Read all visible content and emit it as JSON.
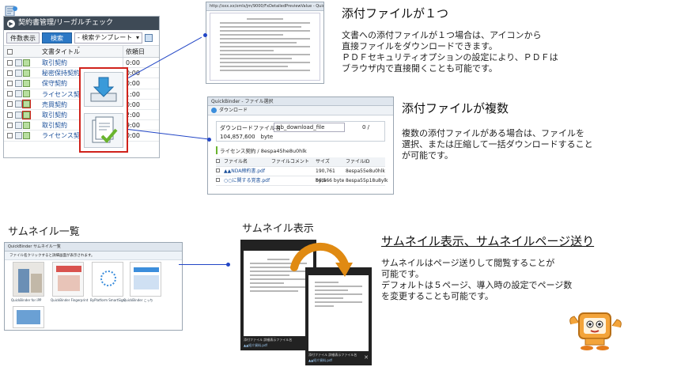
{
  "contract_panel": {
    "title": "契約書管理/リーガルチェック",
    "toolbar": {
      "count_button": "件数表示",
      "search_button": "検索",
      "template_select": "- 検索テンプレート -"
    },
    "columns": [
      "文書タイトル",
      "依頼日"
    ],
    "rows": [
      {
        "title": "取引契約",
        "date": "0:00"
      },
      {
        "title": "秘密保持契約",
        "date": "0:00"
      },
      {
        "title": "保守契約",
        "date": "0:00"
      },
      {
        "title": "ライセンス契約",
        "date": "1:00"
      },
      {
        "title": "売買契約",
        "date": "0:00"
      },
      {
        "title": "取引契約",
        "date": "2:00"
      },
      {
        "title": "取引契約",
        "date": "9:00"
      },
      {
        "title": "ライセンス契約",
        "date": "0:00"
      }
    ]
  },
  "single_attachment": {
    "heading": "添付ファイルが１つ",
    "lines": [
      "文書への添付ファイルが１つ場合は、アイコンから",
      "直接ファイルをダウンロードできます。",
      "ＰＤＦセキュリティオプションの設定により、ＰＤＦは",
      "ブラウザ内で直接開くことも可能です。"
    ]
  },
  "multi_attachment": {
    "heading": "添付ファイルが複数",
    "lines": [
      "複数の添付ファイルがある場合は、ファイルを",
      "選択、または圧縮して一括ダウンロードすること",
      "が可能です。"
    ]
  },
  "download_window": {
    "title": "QuickBinder - ファイル選択",
    "header": "ダウンロード",
    "file_name_label": "ダウンロードファイル名",
    "file_name_value": "qb_download_file",
    "size_text": "104,857,600　byte",
    "page_indicator": "0 /",
    "doc_title": "ライセンス契約 / 8espa45he8u0hlk",
    "columns": [
      "ファイル名",
      "ファイルコメント",
      "サイズ",
      "ファイルID"
    ],
    "files": [
      {
        "name": "▲▲NDA締約書.pdf",
        "size": "190,761 byte",
        "id": "8espa55e8u0hlk"
      },
      {
        "name": "○○に関する覚書.pdf",
        "size": "66,566 byte",
        "id": "8espa55p18u8ylk"
      }
    ]
  },
  "thumbnail_list": {
    "label": "サムネイル一覧",
    "window_title": "QuickBinder サムネイル一覧",
    "notice": "ファイル名クリックすると詳細画面が表示されます。",
    "items": [
      {
        "caption": "QuickBinder for iPP"
      },
      {
        "caption": "QuickBinder Fingerprint"
      },
      {
        "caption": "ByPlatform SmartSign"
      },
      {
        "caption": "QuickBinder こっち"
      }
    ]
  },
  "thumbnail_view": {
    "label": "サムネイル表示",
    "page1_caption": "添付ファイル 詳細表示ファイル名",
    "page1_file": "▲▲紹介資料.pdf",
    "page2_caption": "添付ファイル 詳細表示ファイル名",
    "page2_file": "▲▲紹介資料.pdf"
  },
  "thumbnail_paging": {
    "heading": "サムネイル表示、サムネイルページ送り",
    "lines": [
      "サムネイルはページ送りして閲覧することが",
      "可能です。",
      "デフォルトは５ページ、導入時の設定でページ数",
      "を変更することも可能です。"
    ]
  },
  "browser_window": {
    "title": "http://xxx.xx/xmls/jm/9000/FxDetailedPreviewValue - QuickBinder"
  },
  "colors": {
    "accent_blue": "#2b78c5",
    "highlight_red": "#d0221b",
    "connector_blue": "#2246c6",
    "arrow_orange": "#e08a12"
  }
}
